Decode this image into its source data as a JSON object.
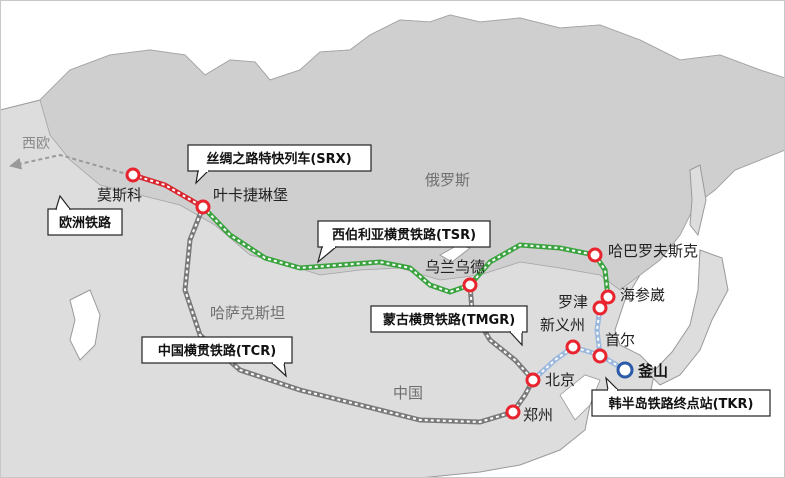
{
  "cities": {
    "moscow": "莫斯科",
    "yekaterinburg": "叶卡捷琳堡",
    "ulaanbaatar": "乌兰乌德",
    "khabarovsk": "哈巴罗夫斯克",
    "vladivostok": "海参崴",
    "rajin": "罗津",
    "sinuiju": "新义州",
    "seoul": "首尔",
    "busan": "釜山",
    "beijing": "北京",
    "zhengzhou": "郑州"
  },
  "regions": {
    "west_europe": "西欧",
    "russia": "俄罗斯",
    "kazakhstan": "哈萨克斯坦",
    "china": "中国"
  },
  "callouts": {
    "srx": "丝绸之路特快列车(SRX)",
    "tsr": "西伯利亚横贯铁路(TSR)",
    "tmgr": "蒙古横贯铁路(TMGR)",
    "tcr": "中国横贯铁路(TCR)",
    "tkr": "韩半岛铁路终点站(TKR)",
    "euro": "欧洲铁路"
  },
  "colors": {
    "land": "#ddd",
    "land_outline": "#9a9a9a",
    "water": "#ffffff",
    "srx": "#d8262e",
    "tsr": "#3aa33f",
    "tcr": "#8a8a8a",
    "tkr": "#a9c5e8",
    "station": "#e8242e",
    "terminal": "#2a5aa8"
  }
}
